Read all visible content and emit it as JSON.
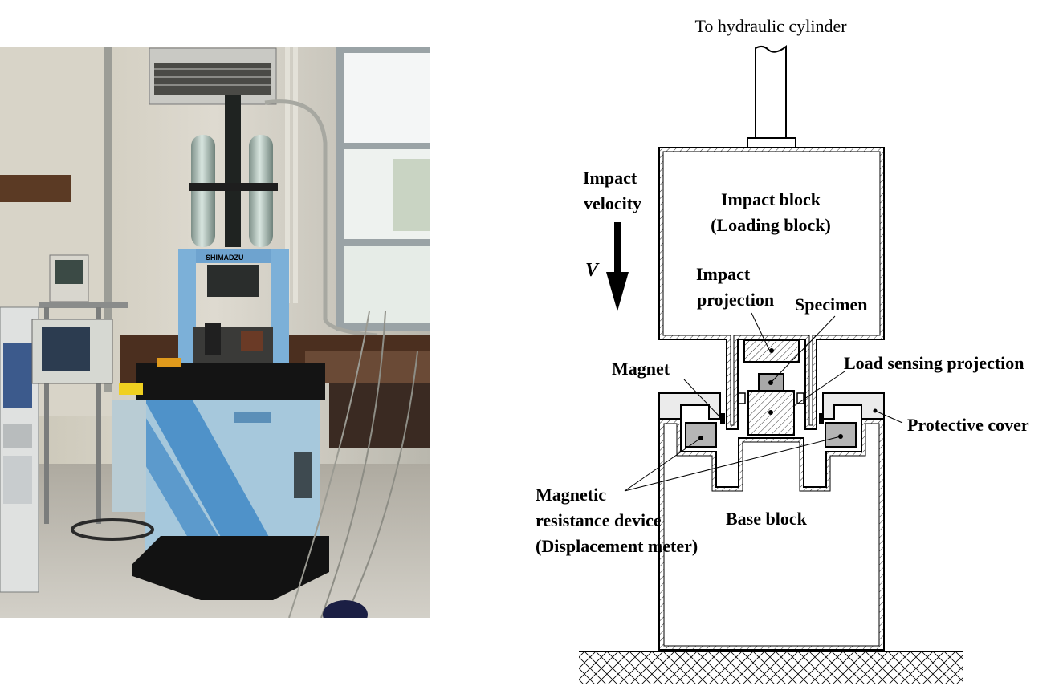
{
  "photo": {
    "plate_text": "SHIMADZU"
  },
  "diagram": {
    "labels": {
      "to_cylinder": "To hydraulic cylinder",
      "impact_velocity_1": "Impact",
      "impact_velocity_2": "velocity",
      "velocity_symbol": "V",
      "impact_block_1": "Impact block",
      "impact_block_2": "(Loading block)",
      "impact_projection_1": "Impact",
      "impact_projection_2": "projection",
      "specimen": "Specimen",
      "magnet": "Magnet",
      "load_sensing": "Load sensing projection",
      "protective_cover": "Protective cover",
      "magnetic_1": "Magnetic",
      "magnetic_2": "resistance device",
      "magnetic_3": "(Displacement meter)",
      "base_block": "Base block"
    }
  }
}
